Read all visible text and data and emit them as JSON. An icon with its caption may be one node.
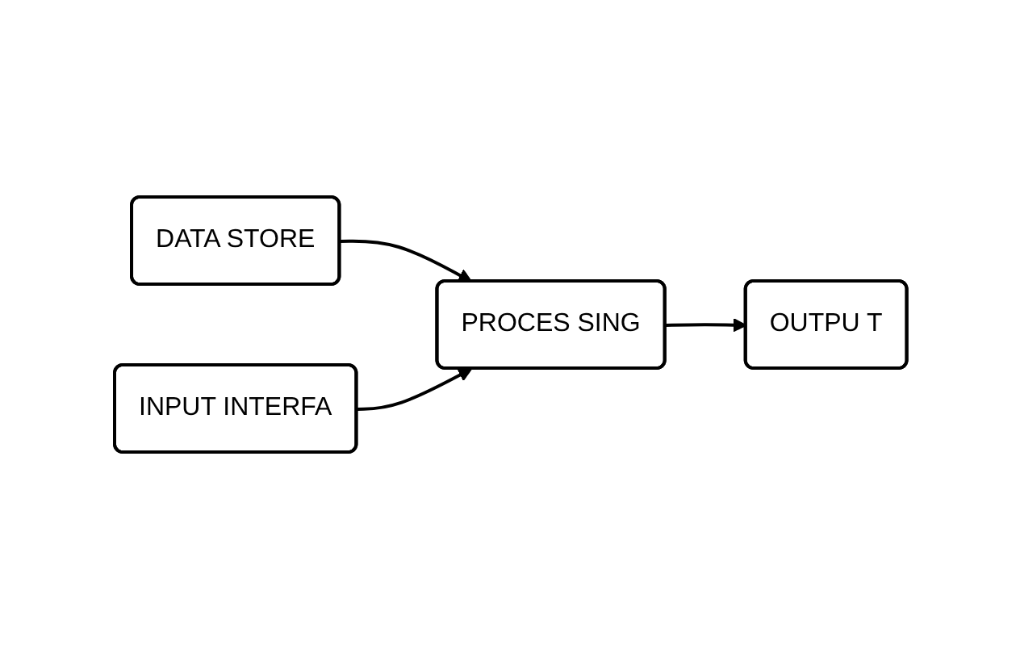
{
  "diagram": {
    "nodes": [
      {
        "text": [
          "DATA STORE"
        ]
      },
      {
        "text": [
          "INPUT INTERFA"
        ]
      },
      {
        "text": [
          "PROCES SING"
        ]
      },
      {
        "text": [
          "OUTPU T"
        ]
      }
    ],
    "edges": [
      {
        "from": 0,
        "to": 2,
        "arrow": "to"
      },
      {
        "from": 1,
        "to": 2,
        "arrow": "to"
      },
      {
        "from": 2,
        "to": 3,
        "arrow": "to"
      }
    ]
  }
}
